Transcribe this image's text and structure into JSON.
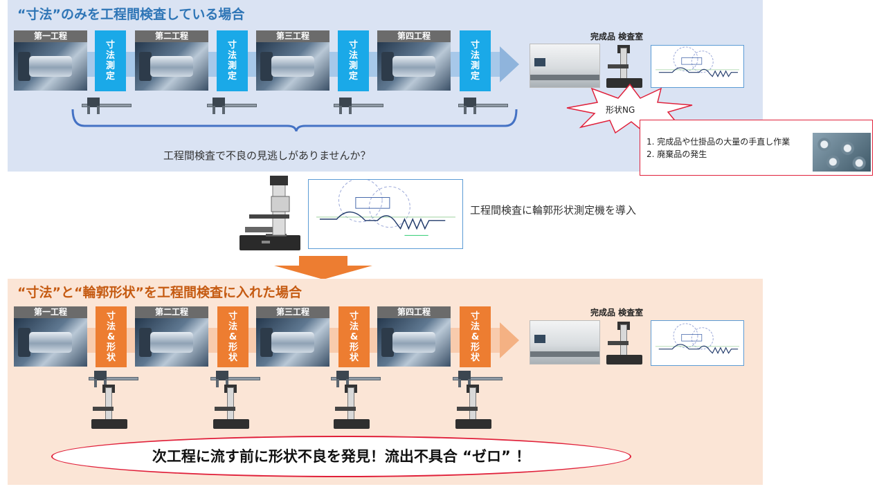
{
  "top_section": {
    "title": "“寸法”のみを工程間検査している場合",
    "steps": [
      "第一工程",
      "第二工程",
      "第三工程",
      "第四工程"
    ],
    "measure_label": [
      "寸",
      "法",
      "測",
      "定"
    ],
    "final_label": "完成品 検査室",
    "question": "工程間検査で不良の見逃しがありませんか？",
    "ng_label": "形状NG",
    "issues": [
      "1. 完成品や仕掛品の大量の手直し作業",
      "2. 廃棄品の発生"
    ]
  },
  "middle": {
    "intro": "工程間検査に輪郭形状測定機を導入"
  },
  "bottom_section": {
    "title": "“寸法”と“輪郭形状”を工程間検査に入れた場合",
    "steps": [
      "第一工程",
      "第二工程",
      "第三工程",
      "第四工程"
    ],
    "measure_label": [
      "寸",
      "法",
      "&",
      "形",
      "状"
    ],
    "final_label": "完成品 検査室",
    "result": "次工程に流す前に形状不良を発見！流出不具合 “ゼロ” ！"
  },
  "colors": {
    "top_bg": "#dae3f3",
    "bottom_bg": "#fbe5d6",
    "top_title": "#2e75b6",
    "bottom_title": "#c55a11",
    "measure_blue": "#1aa9e8",
    "measure_orange": "#ed7d31",
    "alert_red": "#e0203a"
  }
}
